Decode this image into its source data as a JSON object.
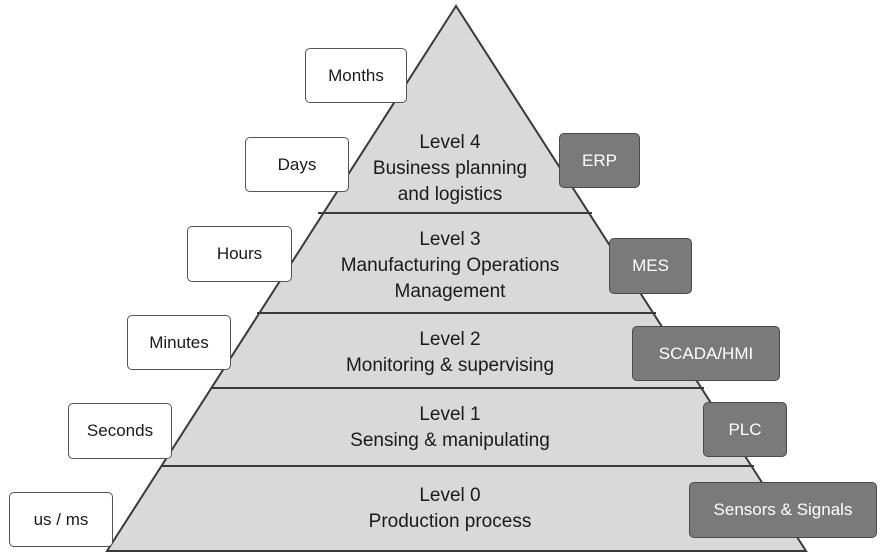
{
  "colors": {
    "pyramid_fill": "#d9d9d9",
    "pyramid_stroke": "#3a3a3a",
    "system_box_fill": "#7a7a7a",
    "time_box_fill": "#ffffff"
  },
  "levels": [
    {
      "title": "Level 4",
      "lines": [
        "Business planning",
        "and logistics"
      ],
      "timescale": "Days",
      "system": "ERP"
    },
    {
      "title": "Level 3",
      "lines": [
        "Manufacturing Operations",
        "Management"
      ],
      "timescale": "Hours",
      "system": "MES"
    },
    {
      "title": "Level 2",
      "lines": [
        "Monitoring & supervising"
      ],
      "timescale": "Minutes",
      "system": "SCADA/HMI"
    },
    {
      "title": "Level 1",
      "lines": [
        "Sensing & manipulating"
      ],
      "timescale": "Seconds",
      "system": "PLC"
    },
    {
      "title": "Level 0",
      "lines": [
        "Production process"
      ],
      "timescale": "us / ms",
      "system": "Sensors & Signals"
    }
  ],
  "apex_timescale": "Months"
}
